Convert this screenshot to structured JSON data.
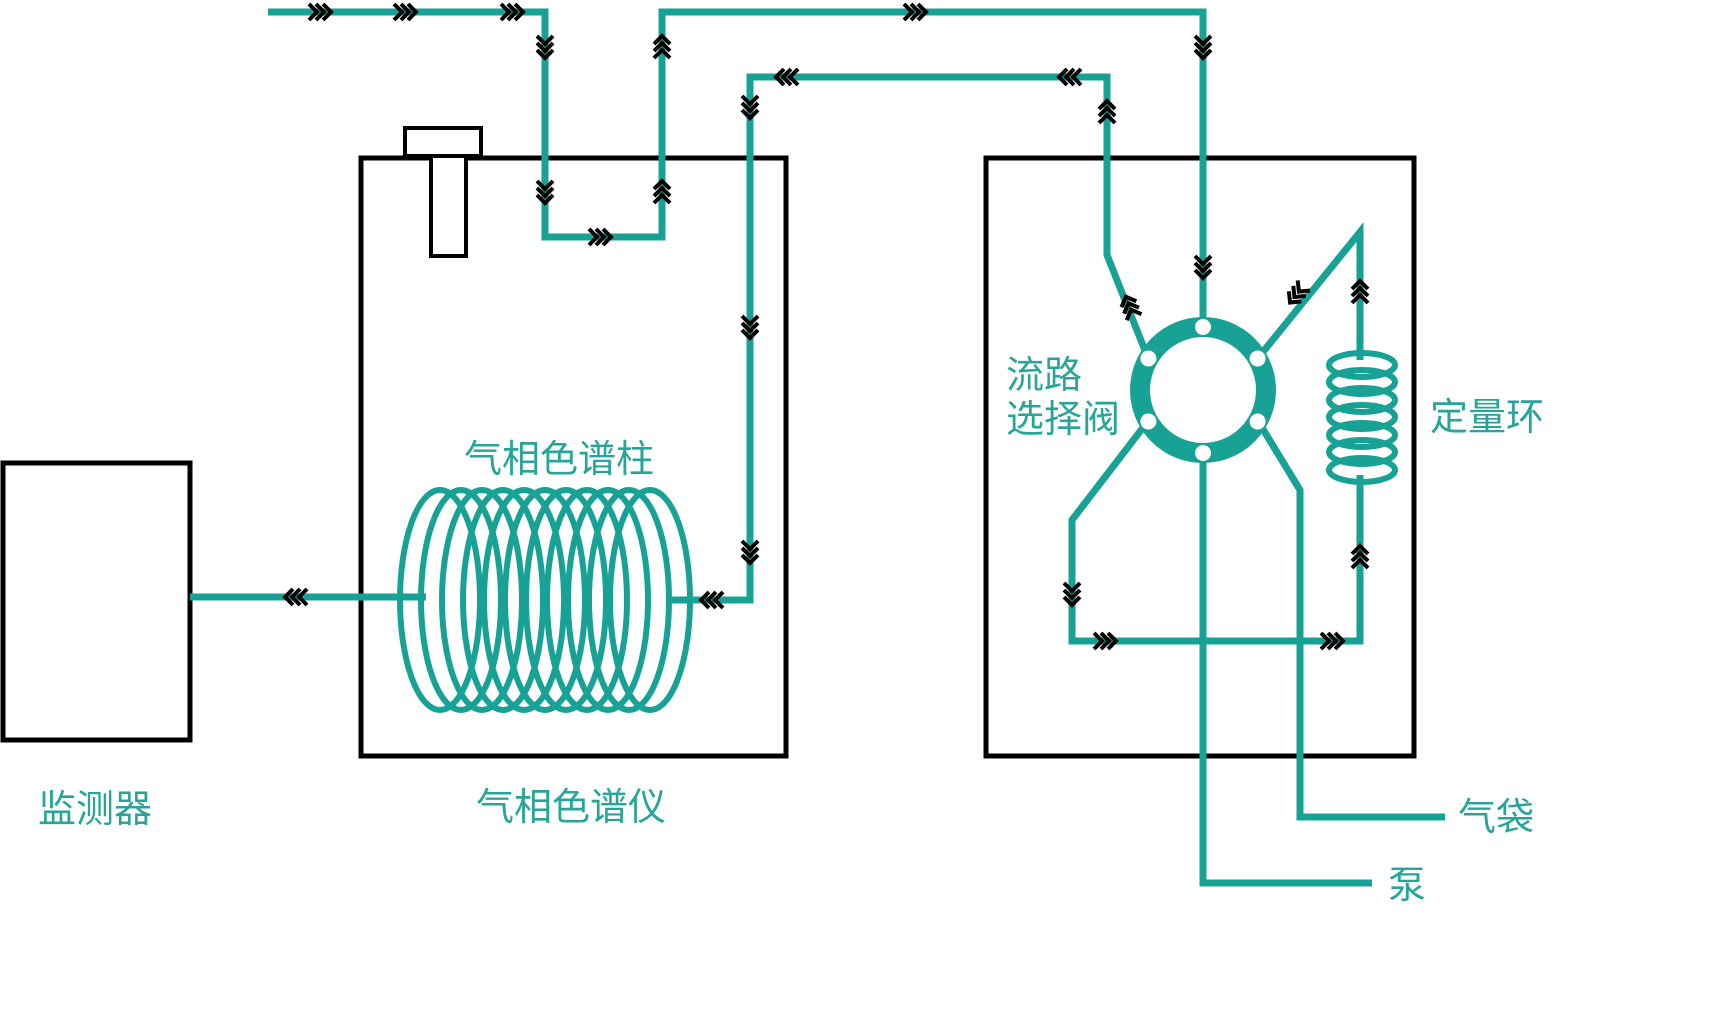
{
  "labels": {
    "monitor": "监测器",
    "gas_chromatograph": "气相色谱仪",
    "gc_column": "气相色谱柱",
    "valve_line1": "流路",
    "valve_line2": "选择阀",
    "sample_loop": "定量环",
    "gas_bag": "气袋",
    "pump": "泵"
  },
  "colors": {
    "tube": "#18a295",
    "text": "#27a598",
    "outline": "#000000",
    "chevron": "#000000"
  }
}
